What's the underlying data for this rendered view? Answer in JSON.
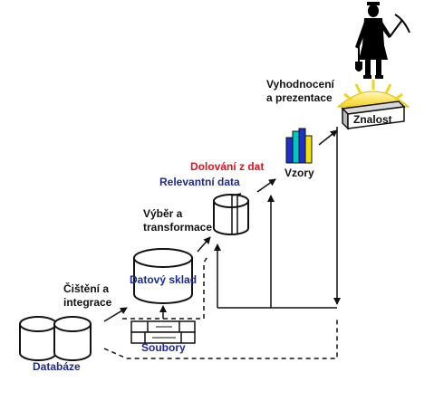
{
  "diagram": {
    "labels": {
      "databaze": "Databáze",
      "cisteni_line1": "Čištění a",
      "cisteni_line2": "integrace",
      "datovy_sklad": "Datový sklad",
      "soubory": "Soubory",
      "vyber_line1": "Výběr a",
      "vyber_line2": "transformace",
      "relevantni_data": "Relevantní data",
      "dolovani": "Dolování z dat",
      "vzory": "Vzory",
      "vyhodnoceni_line1": "Vyhodnocení",
      "vyhodnoceni_line2": "a prezentace",
      "znalost": "Znalost"
    },
    "colors": {
      "stage_text": "#111111",
      "store_text": "#1a2a9c",
      "mining_text": "#e0141c",
      "sun": "#f6d21a",
      "bar_blue": "#1c2fd0",
      "bar_teal": "#00c6c0",
      "bar_yellow": "#f2e000"
    },
    "icons": [
      "database-cylinder-icon",
      "data-warehouse-icon",
      "files-icon",
      "relevant-data-icon",
      "patterns-bars-icon",
      "knowledge-box-icon",
      "sun-icon",
      "miner-figure-icon"
    ]
  }
}
